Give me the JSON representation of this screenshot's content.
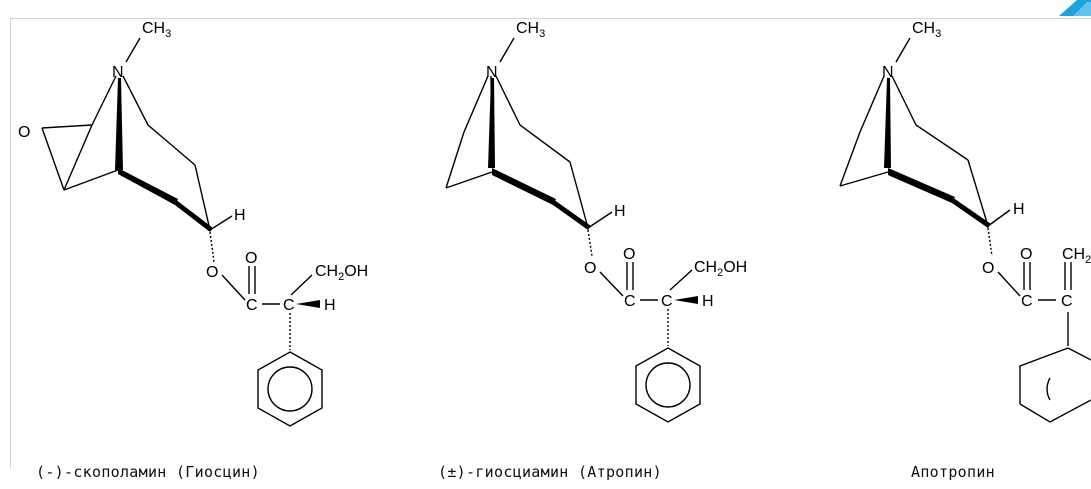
{
  "accent_color": "#1fa3dd",
  "molecules": [
    {
      "name": "(-)-скополамин (Гиосцин)",
      "labels": {
        "methyl": "CH3",
        "n": "N",
        "o_ring": "O",
        "h_ring": "H",
        "o_ester": "O",
        "o_carbonyl": "O",
        "c_carbonyl": "C",
        "c_alpha": "C",
        "substituent": "CH2OH",
        "h_alpha": "H"
      }
    },
    {
      "name": "(±)-гиосциамин (Атропин)",
      "labels": {
        "methyl": "CH3",
        "n": "N",
        "h_ring": "H",
        "o_ester": "O",
        "o_carbonyl": "O",
        "c_carbonyl": "C",
        "c_alpha": "C",
        "substituent": "CH2OH",
        "h_alpha": "H"
      }
    },
    {
      "name": "Апотропин",
      "labels": {
        "methyl": "CH3",
        "n": "N",
        "h_ring": "H",
        "o_ester": "O",
        "o_carbonyl": "O",
        "c_carbonyl": "C",
        "c_alpha": "C",
        "substituent": "CH2"
      }
    }
  ]
}
